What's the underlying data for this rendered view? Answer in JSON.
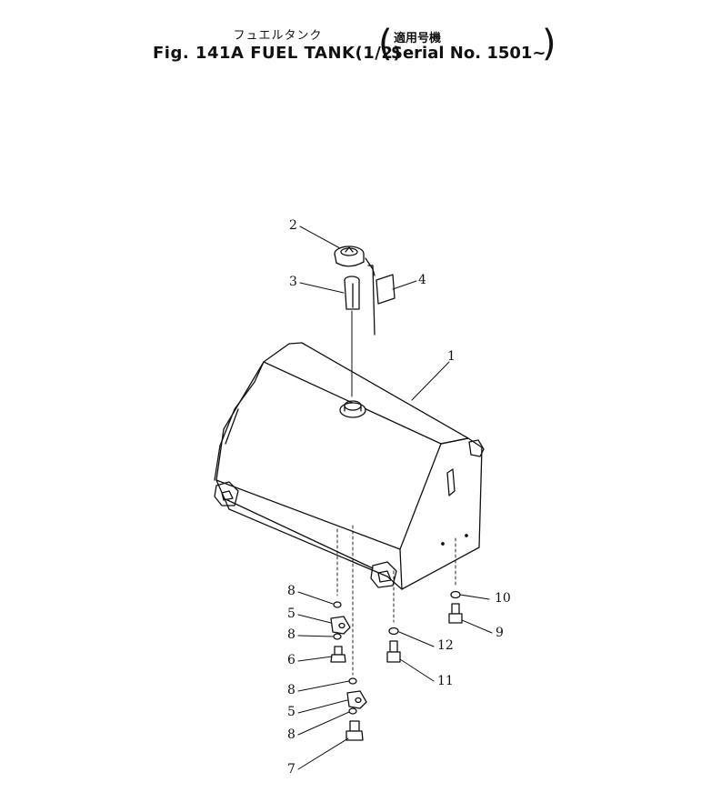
{
  "header": {
    "title_jp": "フュエルタンク",
    "title": "Fig. 141A FUEL TANK(1/2)",
    "applicability_jp": "適用号機",
    "serial": "Serial No. 1501~"
  },
  "callouts": {
    "n1": "1",
    "n2": "2",
    "n3": "3",
    "n4": "4",
    "n5a": "5",
    "n5b": "5",
    "n6": "6",
    "n7": "7",
    "n8a": "8",
    "n8b": "8",
    "n8c": "8",
    "n8d": "8",
    "n9": "9",
    "n10": "10",
    "n11": "11",
    "n12": "12"
  }
}
